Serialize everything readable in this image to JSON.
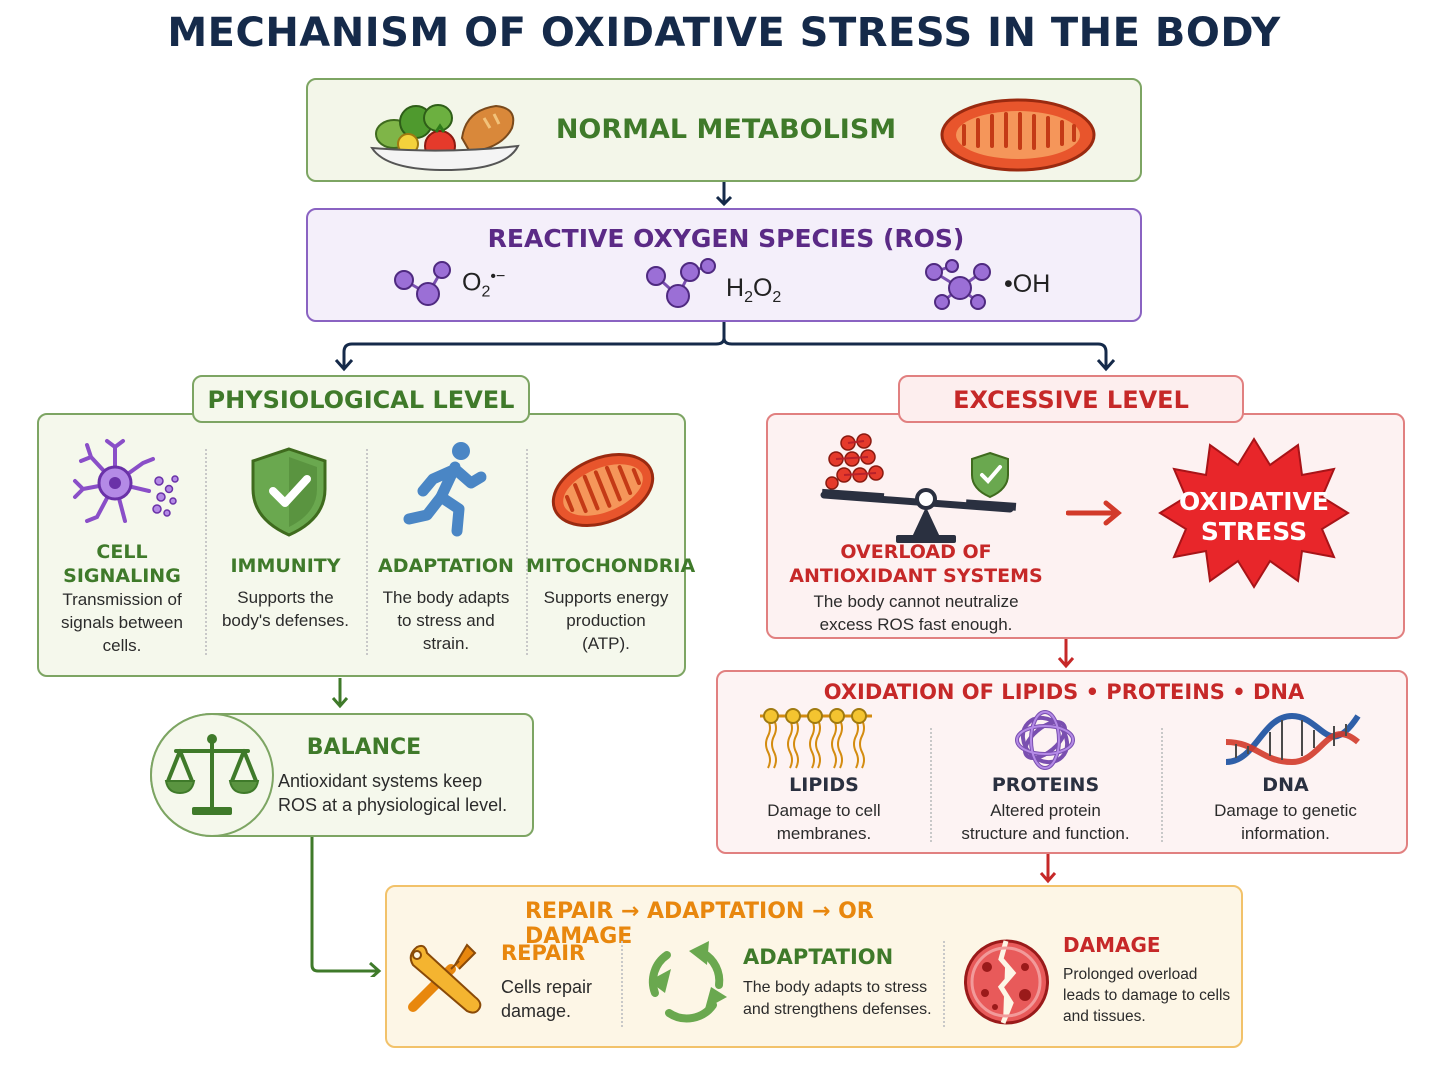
{
  "title": "MECHANISM OF OXIDATIVE STRESS IN THE BODY",
  "normal": {
    "label": "NORMAL METABOLISM"
  },
  "ros": {
    "label": "REACTIVE OXYGEN SPECIES (ROS)",
    "species": [
      {
        "base": "O",
        "sub": "2",
        "sup": "•−"
      },
      {
        "formula": "H2O2",
        "parts": [
          "H",
          "2",
          "O",
          "2"
        ]
      },
      {
        "formula": "•OH"
      }
    ]
  },
  "physiological": {
    "label": "PHYSIOLOGICAL LEVEL",
    "items": [
      {
        "title_line1": "CELL",
        "title_line2": "SIGNALING",
        "text": "Transmission of signals between cells.",
        "text_lines": [
          "Transmission of",
          "signals between",
          "cells."
        ],
        "icon": "neuron-icon"
      },
      {
        "title": "IMMUNITY",
        "text_lines": [
          "Supports the",
          "body's defenses."
        ],
        "icon": "shield-check-icon"
      },
      {
        "title": "ADAPTATION",
        "text_lines": [
          "The body adapts",
          "to stress and",
          "strain."
        ],
        "icon": "running-person-icon"
      },
      {
        "title": "MITOCHONDRIA",
        "text_lines": [
          "Supports energy",
          "production",
          "(ATP)."
        ],
        "icon": "mitochondrion-icon"
      }
    ]
  },
  "balance": {
    "title": "BALANCE",
    "text_lines": [
      "Antioxidant systems keep",
      "ROS at a physiological level."
    ],
    "icon": "scales-icon"
  },
  "excessive": {
    "label": "EXCESSIVE LEVEL",
    "overload_line1": "OVERLOAD OF",
    "overload_line2": "ANTIOXIDANT SYSTEMS",
    "overload_text_lines": [
      "The body cannot neutralize",
      "excess ROS fast enough."
    ],
    "stress_line1": "OXIDATIVE",
    "stress_line2": "STRESS"
  },
  "oxidation": {
    "label": "OXIDATION OF LIPIDS • PROTEINS • DNA",
    "items": [
      {
        "title": "LIPIDS",
        "text_lines": [
          "Damage to cell",
          "membranes."
        ],
        "icon": "lipid-bilayer-icon"
      },
      {
        "title": "PROTEINS",
        "text_lines": [
          "Altered protein",
          "structure and function."
        ],
        "icon": "protein-icon"
      },
      {
        "title": "DNA",
        "text_lines": [
          "Damage to genetic",
          "information."
        ],
        "icon": "dna-icon"
      }
    ]
  },
  "outcome": {
    "label": "REPAIR → ADAPTATION → OR DAMAGE",
    "items": [
      {
        "title": "REPAIR",
        "text_lines": [
          "Cells repair",
          "damage."
        ],
        "icon": "tools-icon"
      },
      {
        "title": "ADAPTATION",
        "text_lines": [
          "The body adapts to stress",
          "and strengthens defenses."
        ],
        "icon": "cycle-arrows-icon"
      },
      {
        "title": "DAMAGE",
        "text_lines": [
          "Prolonged overload",
          "leads to damage to cells",
          "and tissues."
        ],
        "icon": "damaged-cell-icon"
      }
    ]
  },
  "colors": {
    "green": "#3f7a2a",
    "purple": "#5b2a86",
    "red": "#c62828",
    "orange": "#e8870e",
    "navy": "#152a4a"
  }
}
